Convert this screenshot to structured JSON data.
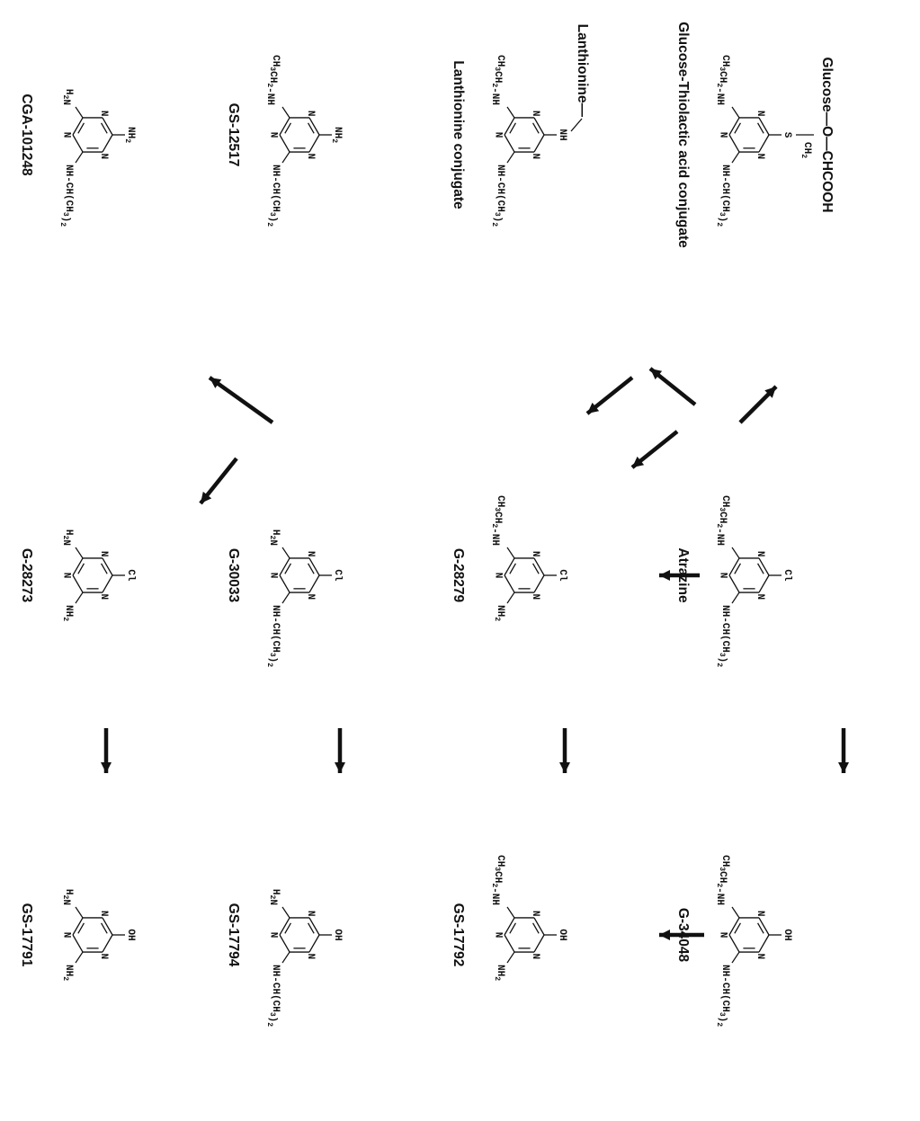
{
  "compounds": [
    {
      "id": "atrazine",
      "name": "Atrazine",
      "top": "Cl",
      "left": "CH3CH2-NH",
      "right": "NH-CH(CH3)2"
    },
    {
      "id": "g34048",
      "name": "G-34048",
      "top": "OH",
      "left": "CH3CH2-NH",
      "right": "NH-CH(CH3)2"
    },
    {
      "id": "g28279",
      "name": "G-28279",
      "top": "Cl",
      "left": "CH3CH2-NH",
      "right": "NH2"
    },
    {
      "id": "gs17792",
      "name": "GS-17792",
      "top": "OH",
      "left": "CH3CH2-NH",
      "right": "NH2"
    },
    {
      "id": "g30033",
      "name": "G-30033",
      "top": "Cl",
      "left": "H2N",
      "right": "NH-CH(CH3)2"
    },
    {
      "id": "gs17794",
      "name": "GS-17794",
      "top": "OH",
      "left": "H2N",
      "right": "NH-CH(CH3)2"
    },
    {
      "id": "g28273",
      "name": "G-28273",
      "top": "Cl",
      "left": "H2N",
      "right": "NH2"
    },
    {
      "id": "gs17791",
      "name": "GS-17791",
      "top": "OH",
      "left": "H2N",
      "right": "NH2"
    },
    {
      "id": "glucose",
      "name": "Glucose-Thiolactic acid conjugate",
      "top": "S",
      "left": "CH3CH2-NH",
      "right": "NH-CH(CH3)2",
      "extra": {
        "ch2": "CH2",
        "chain": "Glucose—O—CHCOOH"
      }
    },
    {
      "id": "lanth",
      "name": "Lanthionine conjugate",
      "top": "NH",
      "left": "CH3CH2-NH",
      "right": "NH-CH(CH3)2",
      "extra": {
        "chain": "Lanthionine—"
      }
    },
    {
      "id": "gs12517",
      "name": "GS-12517",
      "top": "NH2",
      "left": "CH3CH2-NH",
      "right": "NH-CH(CH3)2"
    },
    {
      "id": "cga101248",
      "name": "CGA-101248",
      "top": "NH2",
      "left": "H2N",
      "right": "NH-CH(CH3)2"
    }
  ],
  "ring_atom": "N"
}
